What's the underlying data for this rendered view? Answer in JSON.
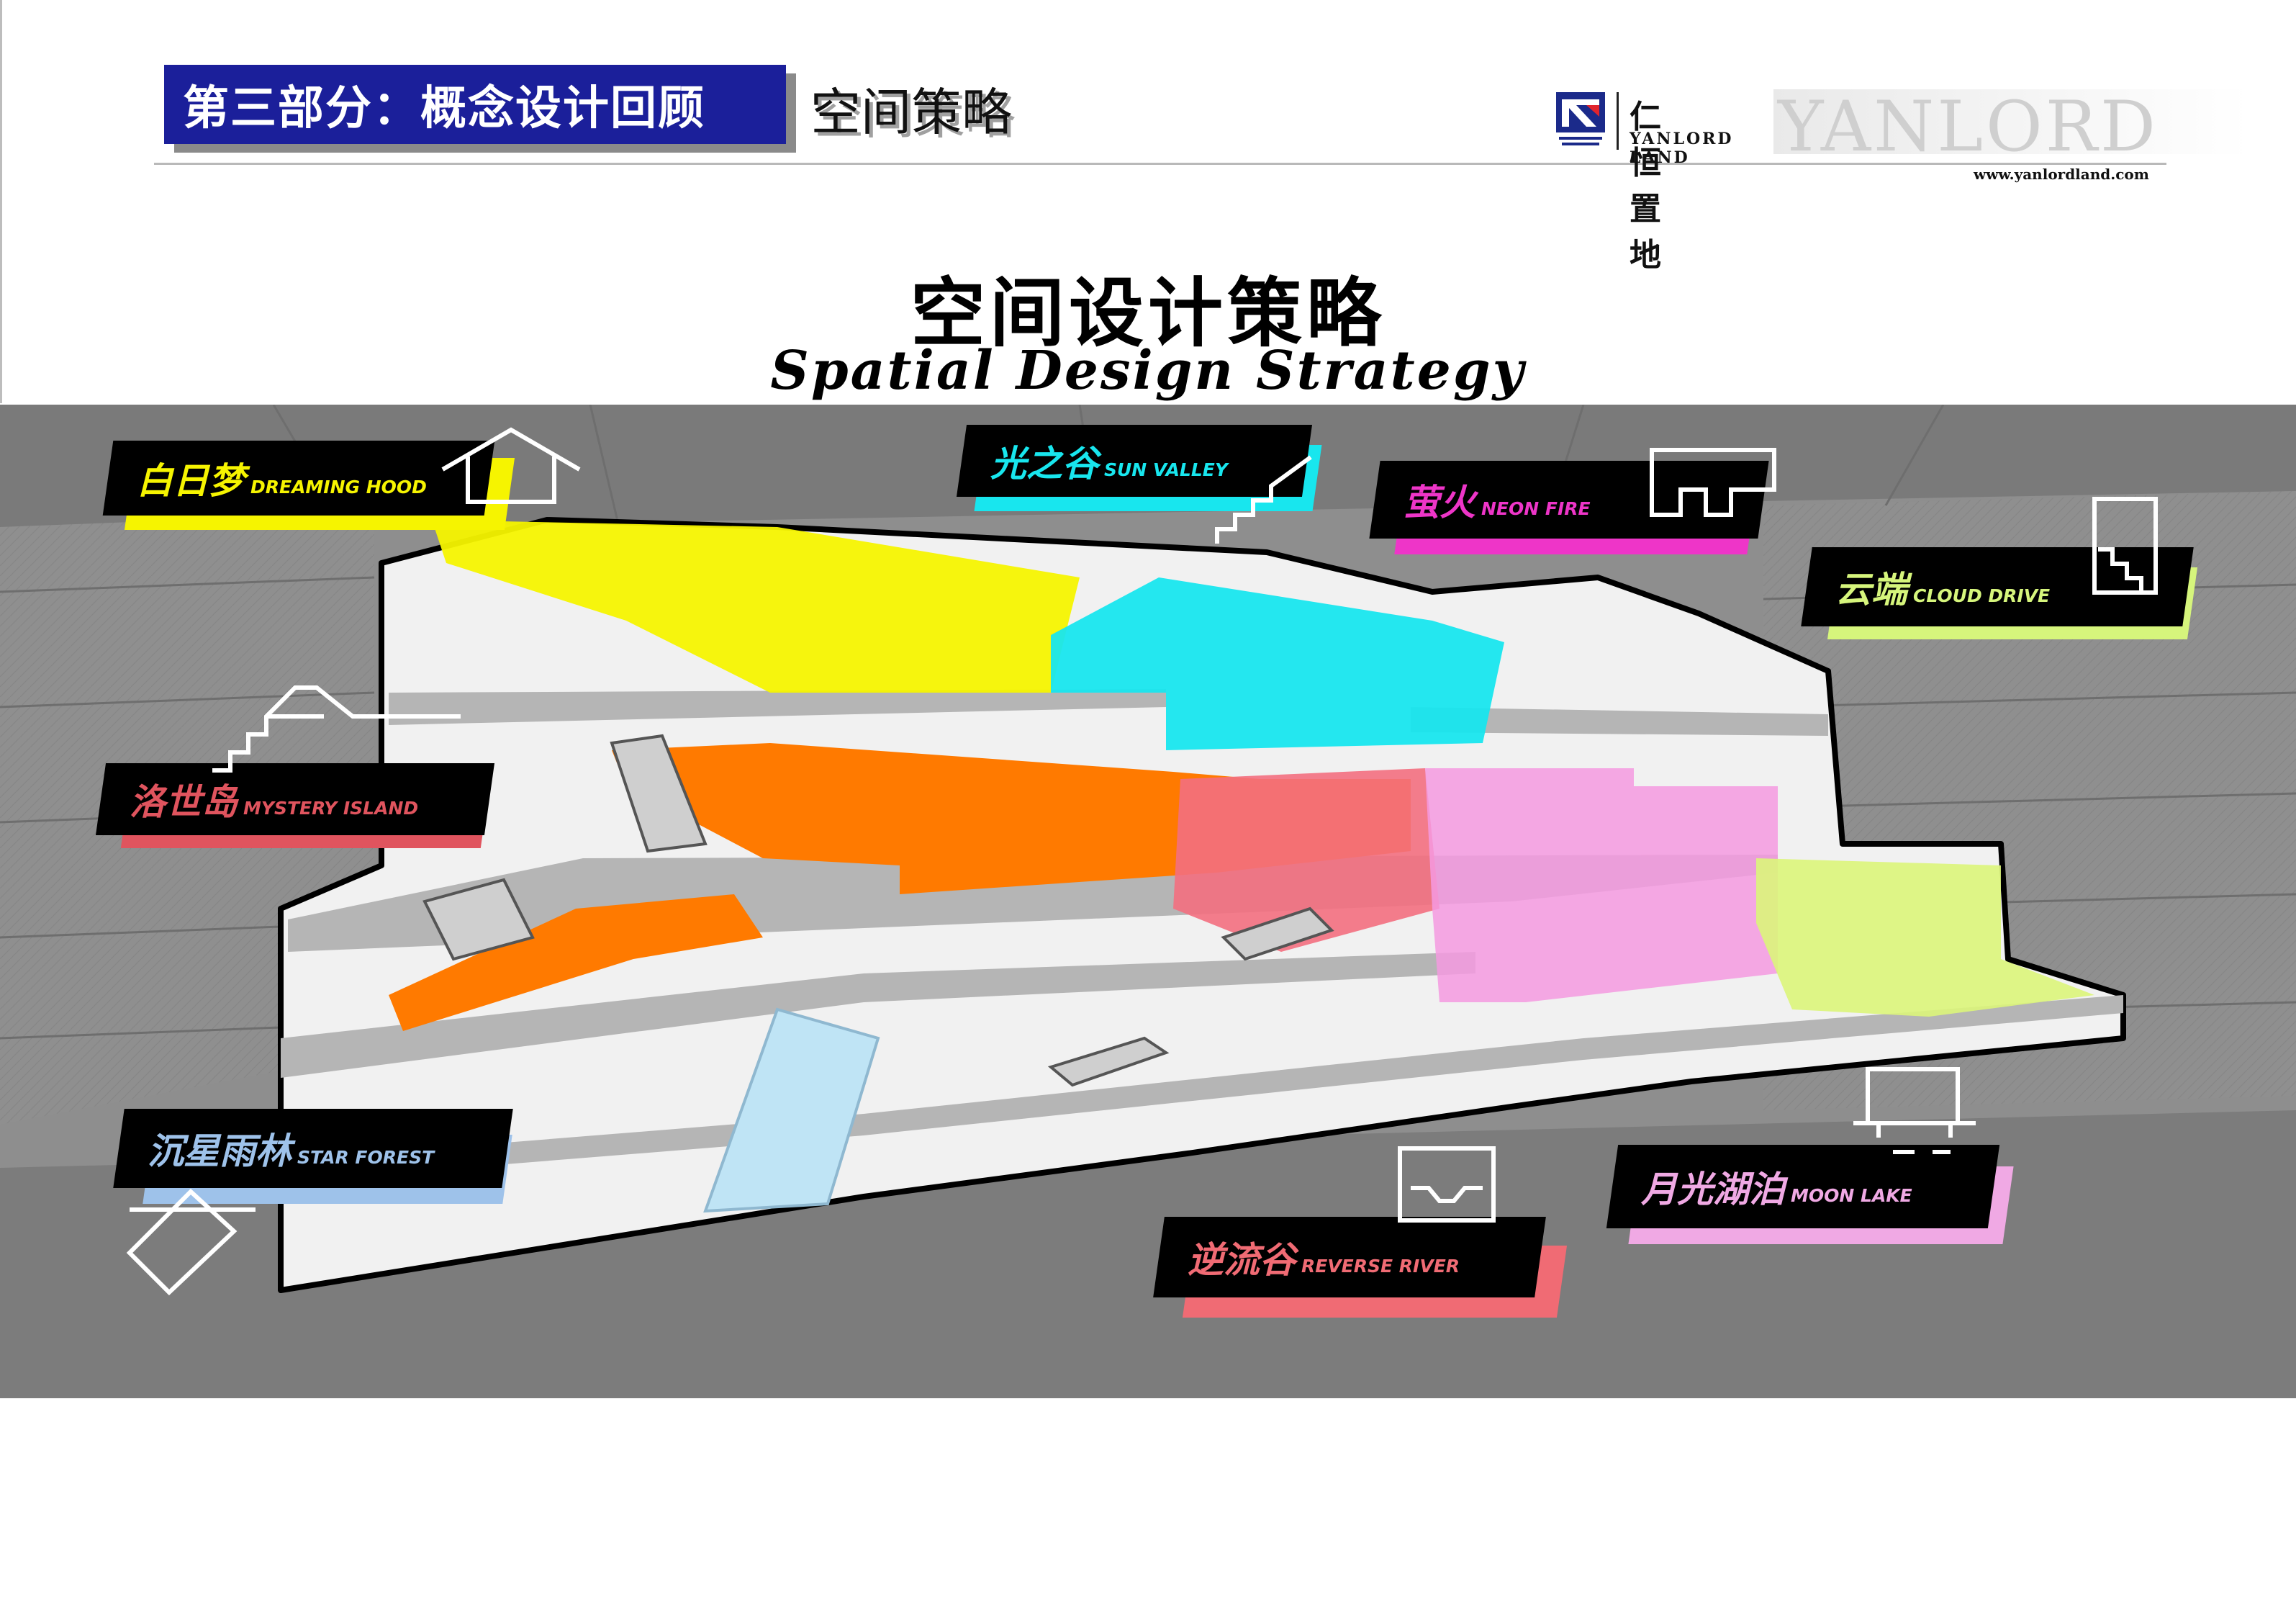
{
  "header": {
    "section_label": "第三部分：概念设计回顾",
    "section_subtitle": "空间策略"
  },
  "brand": {
    "cn": "仁恒置地",
    "en": "YANLORD LAND",
    "wordmark": "YANLORD",
    "url": "www.yanlordland.com",
    "color": "#1b2a8a"
  },
  "title": {
    "cn": "空间设计策略",
    "en": "Spatial Design Strategy"
  },
  "zones": [
    {
      "cn": "白日梦",
      "en": "DREAMING HOOD",
      "color": "#f6f400",
      "icon": "house-icon"
    },
    {
      "cn": "光之谷",
      "en": "SUN VALLEY",
      "color": "#18e6ee",
      "icon": "stairs-icon"
    },
    {
      "cn": "萤火",
      "en": "NEON FIRE",
      "color": "#ee35c8",
      "icon": "notch-icon"
    },
    {
      "cn": "云端",
      "en": "CLOUD DRIVE",
      "color": "#d6f57c",
      "icon": "stair-box-icon"
    },
    {
      "cn": "洛世岛",
      "en": "MYSTERY ISLAND",
      "color": "#e0545e",
      "icon": "island-stairs-icon"
    },
    {
      "cn": "沉星雨林",
      "en": "STAR FOREST",
      "color": "#9ec2ea",
      "icon": "diamond-icon"
    },
    {
      "cn": "逆流谷",
      "en": "REVERSE RIVER",
      "color": "#f06b74",
      "icon": "funnel-icon"
    },
    {
      "cn": "月光湖泊",
      "en": "MOON LAKE",
      "color": "#f0a9e4",
      "icon": "lake-icon"
    }
  ],
  "palette": {
    "grey_bg": "#8c8c8c",
    "yellow": "#f6f400",
    "cyan": "#18e6ee",
    "orange": "#ff7a00",
    "pink": "#f49ae0",
    "salmon": "#f36f80",
    "lime": "#dcf57a",
    "ice": "#bfe4f5"
  }
}
